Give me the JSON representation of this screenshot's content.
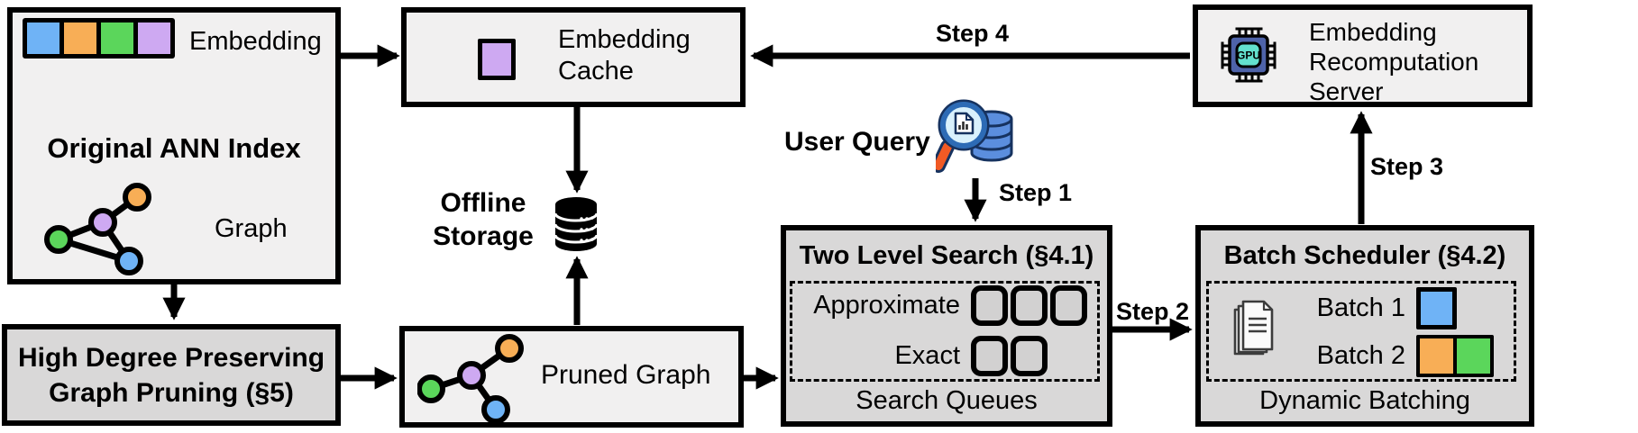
{
  "colors": {
    "blue": "#6FB3F6",
    "orange": "#F8AE56",
    "green": "#5BD65B",
    "purple": "#CEA9F2",
    "box_light": "#F1F0F0",
    "box_dark": "#D9D8D8",
    "queue_fill": "#D2D1D1",
    "gpu_body": "#4E63A9",
    "gpu_screen": "#63E0CE",
    "query_db_blue": "#5B8EDE",
    "query_db_dark": "#16325F",
    "lens_fill": "#D9F1FC",
    "rim_blue": "#2D6BB5",
    "handle_orange": "#F15A24"
  },
  "ann_index": {
    "embedding_label": "Embedding",
    "title": "Original ANN Index",
    "graph_label": "Graph"
  },
  "graph_pruning": {
    "line1": "High Degree Preserving",
    "line2": "Graph Pruning (§5)"
  },
  "embedding_cache": {
    "line1": "Embedding",
    "line2": "Cache"
  },
  "offline_storage": {
    "line1": "Offline",
    "line2": "Storage"
  },
  "pruned_graph": {
    "label": "Pruned Graph"
  },
  "user_query": {
    "label": "User Query"
  },
  "two_level_search": {
    "title": "Two Level Search (§4.1)",
    "approximate_label": "Approximate",
    "exact_label": "Exact",
    "footer": "Search Queues"
  },
  "batch_scheduler": {
    "title": "Batch Scheduler (§4.2)",
    "batch1_label": "Batch 1",
    "batch2_label": "Batch 2",
    "footer": "Dynamic Batching"
  },
  "recomputation_server": {
    "line1": "Embedding",
    "line2": "Recomputation",
    "line3": "Server",
    "gpu_label": "GPU"
  },
  "steps": {
    "step1": "Step 1",
    "step2": "Step 2",
    "step3": "Step 3",
    "step4": "Step 4"
  }
}
